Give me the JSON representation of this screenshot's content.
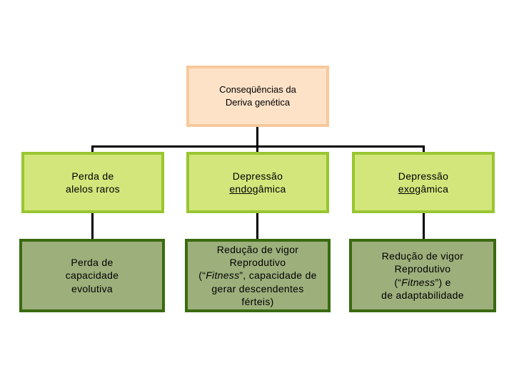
{
  "root": {
    "line1": "Conseqüências da",
    "line2": "Deriva genética"
  },
  "level1": [
    {
      "line1": "Perda de",
      "line2": "alelos raros"
    },
    {
      "line1": "Depressão",
      "line2_u": "endog",
      "line2_rest": "âmica"
    },
    {
      "line1": "Depressão",
      "line2_u": "exog",
      "line2_rest": "âmica"
    }
  ],
  "level2": [
    {
      "line1": "Perda de",
      "line2": "capacidade",
      "line3": "evolutiva"
    },
    {
      "line1": "Redução de vigor",
      "line2": "Reprodutivo",
      "line3_pre": "(“",
      "line3_i": "Fitness",
      "line3_post": "”, capacidade de",
      "line4": "gerar descendentes",
      "line5": "férteis)"
    },
    {
      "line1": "Redução de vigor",
      "line2": "Reprodutivo",
      "line3_pre": "(“",
      "line3_i": "Fitness",
      "line3_post": "”) e",
      "line4": "de adaptabilidade"
    }
  ]
}
